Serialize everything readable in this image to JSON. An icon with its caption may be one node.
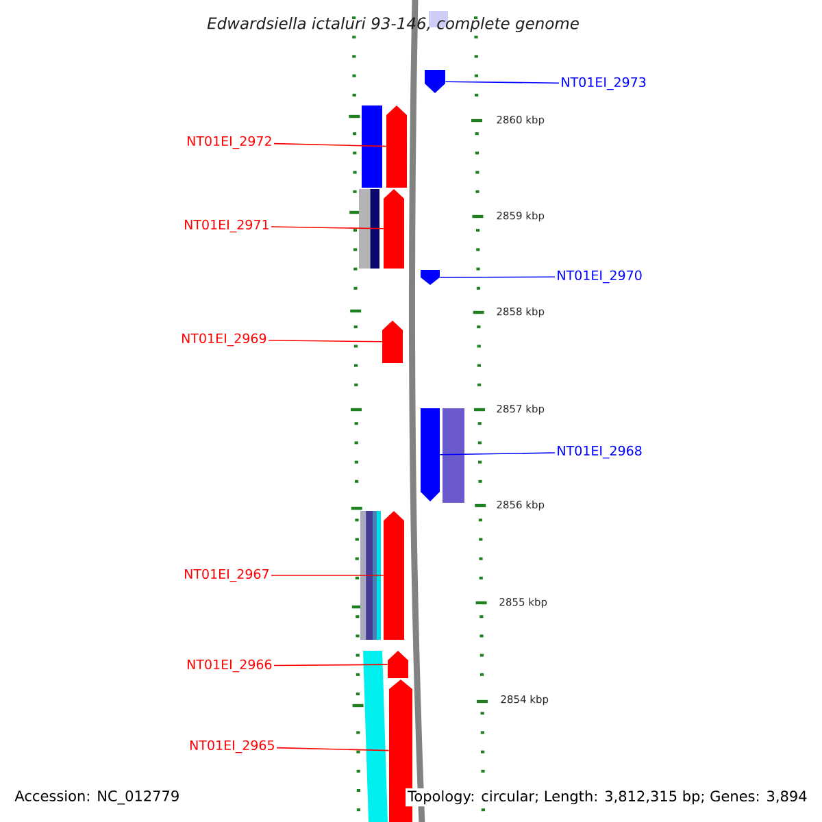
{
  "diagram": {
    "title": "Edwardsiella ictaluri 93-146, complete genome",
    "nodes": [
      {
        "text": [],
        "shape": "box"
      },
      {
        "text": [
          "NT01EI_2973"
        ]
      },
      {
        "text": [],
        "shape": "arrow"
      },
      {
        "text": [
          "NT01EI_2972"
        ]
      },
      {
        "text": [],
        "shape": "box"
      },
      {
        "text": [],
        "shape": "arrow"
      },
      {
        "text": [
          "NT01EI_2971"
        ]
      },
      {
        "text": [],
        "shape": "box"
      },
      {
        "text": [],
        "shape": "arrow"
      },
      {
        "text": [
          "NT01EI_2970"
        ]
      },
      {
        "text": [],
        "shape": "arrow"
      },
      {
        "text": [
          "NT01EI_2969"
        ]
      },
      {
        "text": [],
        "shape": "arrow"
      },
      {
        "text": [],
        "shape": "arrow"
      },
      {
        "text": [],
        "shape": "box"
      },
      {
        "text": [
          "NT01EI_2968"
        ]
      },
      {
        "text": [],
        "shape": "box"
      },
      {
        "text": [],
        "shape": "arrow"
      },
      {
        "text": [
          "NT01EI_2967"
        ]
      },
      {
        "text": [],
        "shape": "box"
      },
      {
        "text": [],
        "shape": "arrow"
      },
      {
        "text": [
          "NT01EI_2966"
        ]
      },
      {
        "text": [],
        "shape": "arrow"
      },
      {
        "text": [
          "NT01EI_2965"
        ]
      }
    ],
    "edges": [
      {
        "from": 1,
        "to": 2,
        "arrow": "none",
        "color": "#0000ff"
      },
      {
        "from": 3,
        "to": 5,
        "arrow": "none"
      },
      {
        "from": 6,
        "to": 8,
        "arrow": "none"
      },
      {
        "from": 9,
        "to": 10,
        "arrow": "none",
        "color": "#0000ff"
      },
      {
        "from": 11,
        "to": 12,
        "arrow": "none"
      },
      {
        "from": 15,
        "to": 13,
        "arrow": "none",
        "color": "#0000ff"
      },
      {
        "from": 18,
        "to": 17,
        "arrow": "none"
      },
      {
        "from": 21,
        "to": 20,
        "arrow": "none"
      },
      {
        "from": 23,
        "to": 22,
        "arrow": "none"
      }
    ],
    "labels": [
      "2860 kbp",
      "2859 kbp",
      "2858 kbp",
      "2857 kbp",
      "2856 kbp",
      "2855 kbp",
      "2854 kbp",
      "Accession: NC_012779",
      "Topology: circular; Length: 3,812,315 bp; Genes: 3,894"
    ]
  }
}
